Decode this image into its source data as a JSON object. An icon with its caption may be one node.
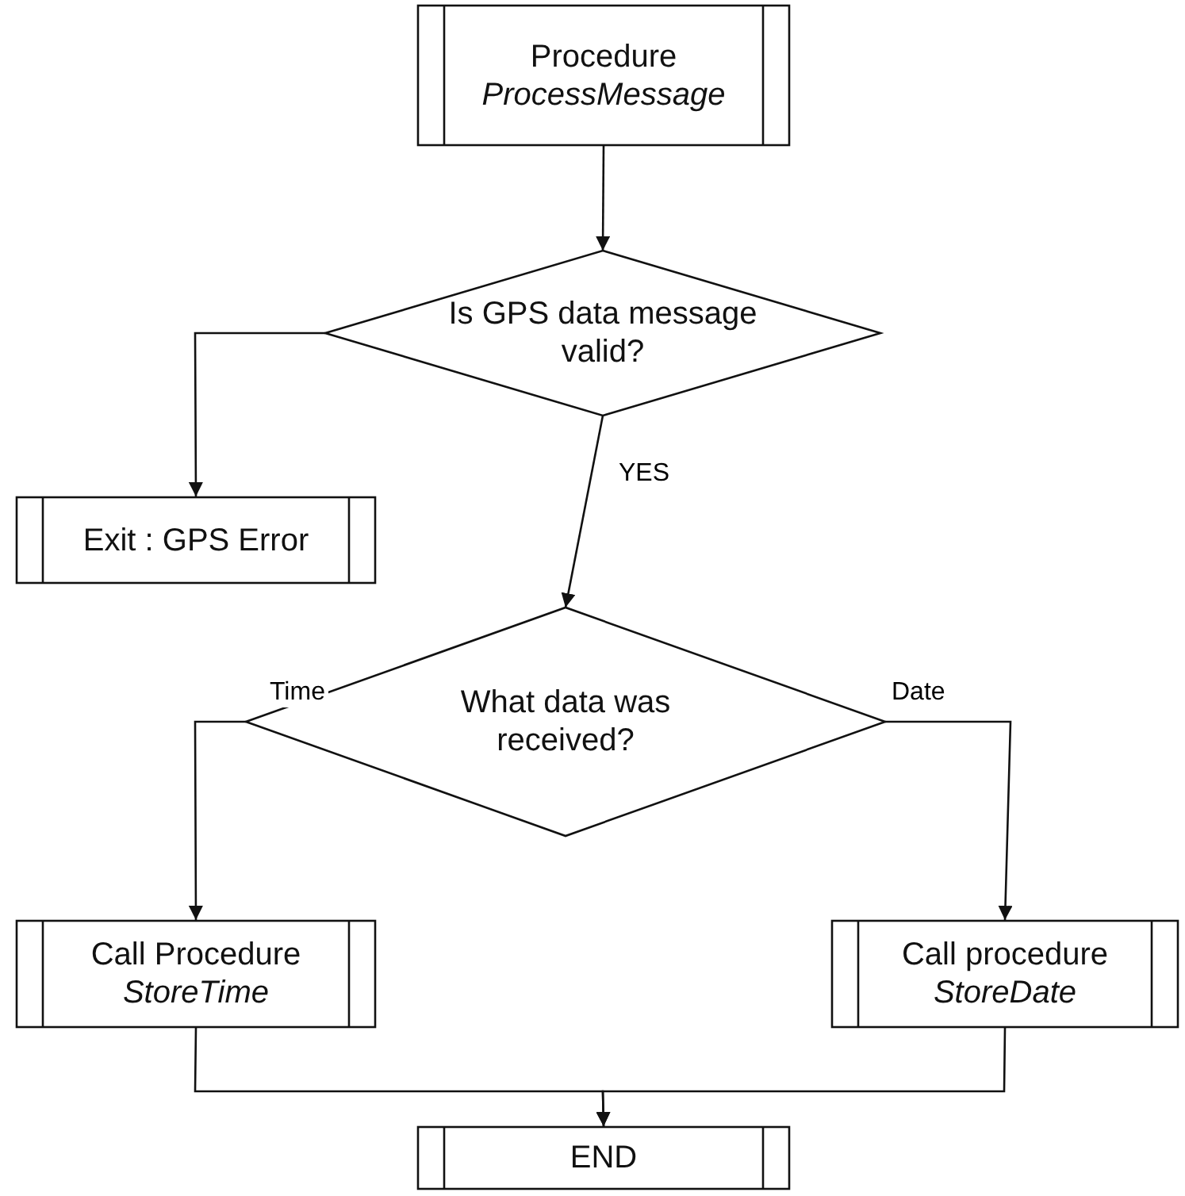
{
  "diagram": {
    "nodes": [
      {
        "text": [
          "Procedure",
          "ProcessMessage"
        ]
      },
      {
        "text": [
          "Is GPS data message valid?"
        ]
      },
      {
        "text": [
          "Exit : GPS Error"
        ]
      },
      {
        "text": [
          "What data was received?"
        ]
      },
      {
        "text": [
          "Call Procedure",
          "StoreTime"
        ]
      },
      {
        "text": [
          "Call procedure",
          "StoreDate"
        ]
      },
      {
        "text": [
          "END"
        ]
      }
    ],
    "edges": [
      {
        "from": 0,
        "to": 1,
        "arrow": "to"
      },
      {
        "from": 1,
        "to": 2,
        "arrow": "to"
      },
      {
        "from": 1,
        "to": 3,
        "arrow": "to",
        "label": "YES"
      },
      {
        "from": 3,
        "to": 4,
        "arrow": "to",
        "label": "Time"
      },
      {
        "from": 3,
        "to": 5,
        "arrow": "to",
        "label": "Date"
      },
      {
        "from": 4,
        "to": 6,
        "arrow": "to"
      },
      {
        "from": 5,
        "to": 6,
        "arrow": "to"
      }
    ]
  }
}
